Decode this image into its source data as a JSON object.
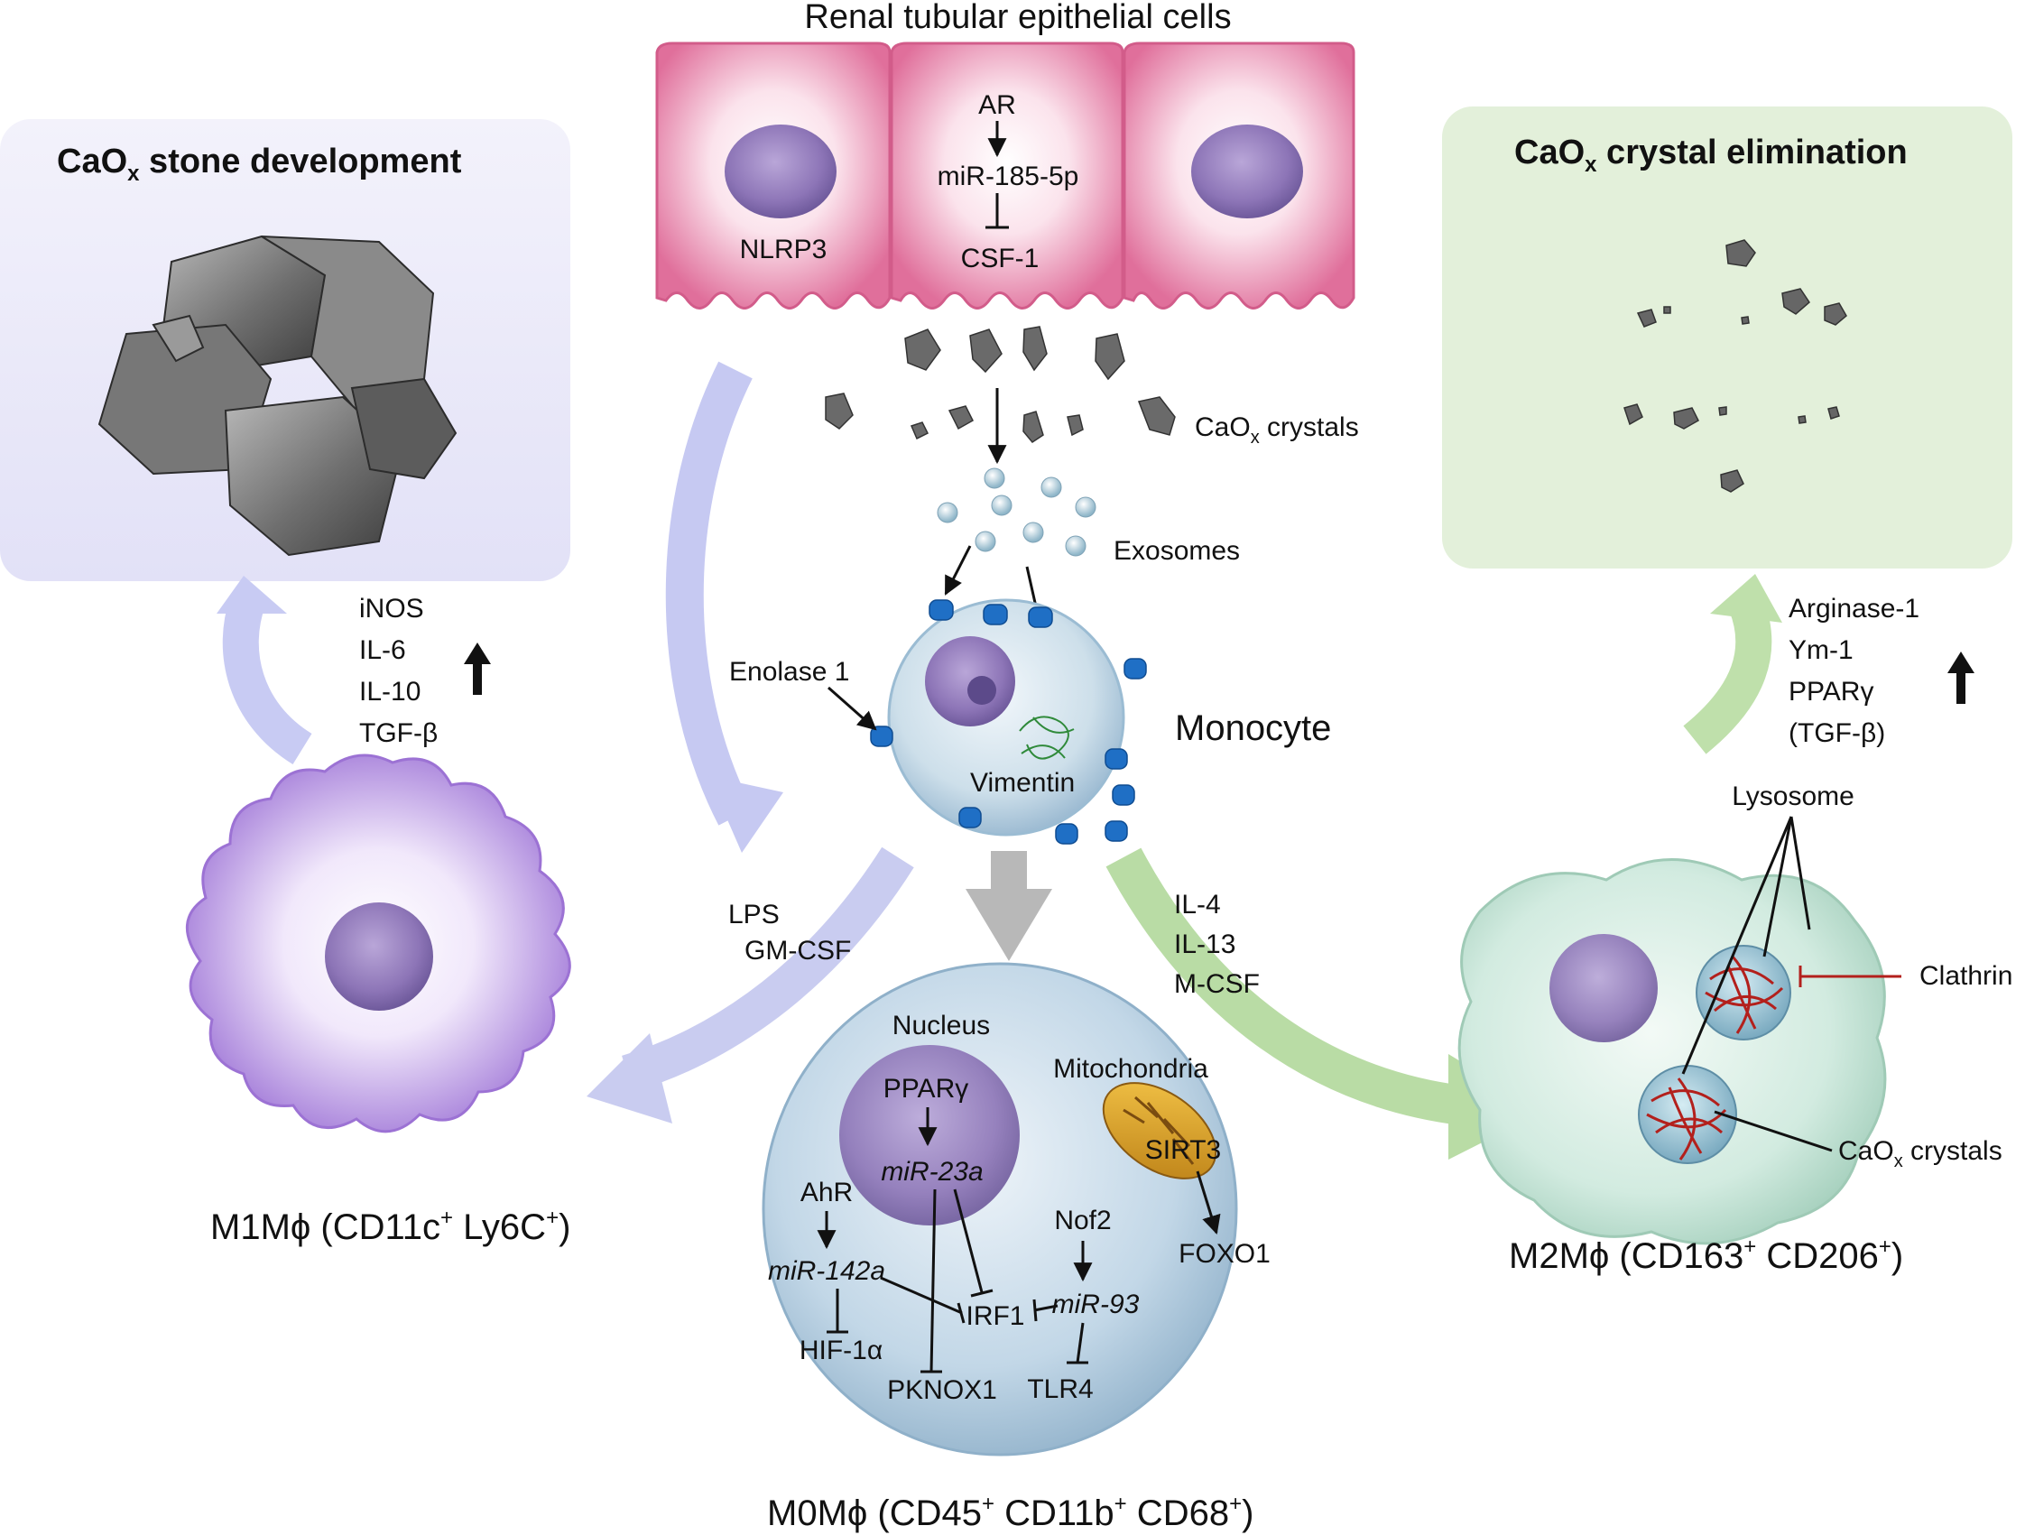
{
  "header": {
    "title": "Renal tubular epithelial cells"
  },
  "stone_panel": {
    "title_prefix": "CaO",
    "title_sub": "x",
    "title_suffix": " stone development"
  },
  "elimination_panel": {
    "title_prefix": "CaO",
    "title_sub": "x",
    "title_suffix": " crystal elimination"
  },
  "epithelium": {
    "nlrp3": "NLRP3",
    "ar": "AR",
    "mir185": "miR-185-5p",
    "csf1": "CSF-1"
  },
  "crystals_label": {
    "prefix": "CaO",
    "sub": "x",
    "suffix": " crystals"
  },
  "exosomes": "Exosomes",
  "monocyte": {
    "name": "Monocyte",
    "enolase": "Enolase 1",
    "vimentin": "Vimentin"
  },
  "m1_markers": [
    "iNOS",
    "IL-6",
    "IL-10",
    "TGF-β"
  ],
  "m2_markers": [
    "Arginase-1",
    "Ym-1",
    "PPARγ",
    "(TGF-β)"
  ],
  "m1_stimuli": [
    "LPS",
    "GM-CSF"
  ],
  "m2_stimuli": [
    "IL-4",
    "IL-13",
    "M-CSF"
  ],
  "m1": {
    "prefix": "M1Mϕ (CD11c",
    "sup1": "+",
    "mid": " Ly6C",
    "sup2": "+",
    "suffix": ")"
  },
  "m2": {
    "prefix": "M2Mϕ (CD163",
    "sup1": "+",
    "mid": " CD206",
    "sup2": "+",
    "suffix": ")"
  },
  "m0": {
    "prefix": "M0Mϕ (CD45",
    "sup1": "+",
    "mid1": " CD11b",
    "sup2": "+",
    "mid2": " CD68",
    "sup3": "+",
    "suffix": ")"
  },
  "m0_cell": {
    "nucleus": "Nucleus",
    "mitochondria": "Mitochondria",
    "ppar": "PPARγ",
    "mir23a": "miR-23a",
    "ahr": "AhR",
    "mir142a": "miR-142a",
    "hif": "HIF-1α",
    "pknox": "PKNOX1",
    "irf1": "IRF1",
    "mir93": "miR-93",
    "tlr4": "TLR4",
    "nof2": "Nof2",
    "sirt3": "SIRT3",
    "foxo1": "FOXO1"
  },
  "m2_cell": {
    "lysosome": "Lysosome",
    "clathrin": "Clathrin",
    "crystals": {
      "prefix": "CaO",
      "sub": "x",
      "suffix": " crystals"
    }
  },
  "colors": {
    "epithelium": "#e77aa3",
    "m1_arrow": "#c6c9f2",
    "m2_arrow": "#b9dca5",
    "stone_panel": "#ecebfa",
    "elimination_panel": "#e4f0dc",
    "m1_cell": "#b68be0",
    "m0_cell": "#b5cde2",
    "m2_cell": "#c7e3d6",
    "nucleus": "#8e76b8",
    "receptor": "#1f6fc5",
    "clathrin": "#b3201c"
  }
}
